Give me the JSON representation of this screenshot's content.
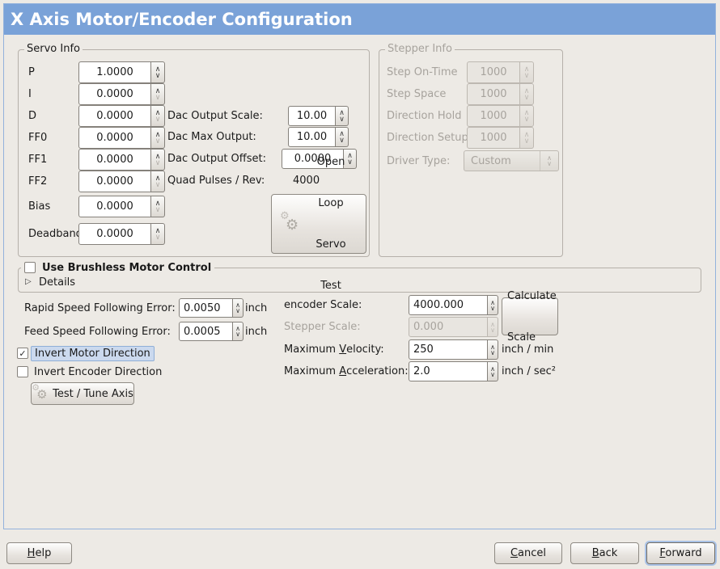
{
  "titlebar": {
    "title": "X Axis Motor/Encoder Configuration"
  },
  "glyphs": {
    "spinner_up": "∧",
    "spinner_down": "∨",
    "checkmark": "✓",
    "expander_arrow": "▷",
    "gear": "⚙"
  },
  "colors": {
    "titlebar_blue": "#7aa2d8",
    "window_bg": "#edeae5",
    "focus_blue": "#7ca2d7",
    "selection_highlight": "#cbd9ee"
  },
  "servo_info": {
    "legend": "Servo Info",
    "fields": [
      {
        "label": "P",
        "value": "1.0000"
      },
      {
        "label": "I",
        "value": "0.0000"
      },
      {
        "label": "D",
        "value": "0.0000"
      },
      {
        "label": "FF0",
        "value": "0.0000"
      },
      {
        "label": "FF1",
        "value": "0.0000"
      },
      {
        "label": "FF2",
        "value": "0.0000"
      },
      {
        "label": "Bias",
        "value": "0.0000"
      },
      {
        "label": "Deadband",
        "value": "0.0000"
      }
    ],
    "dac_fields": [
      {
        "label": "Dac Output Scale:",
        "value": "10.00"
      },
      {
        "label": "Dac Max Output:",
        "value": "10.00"
      },
      {
        "label": "Dac Output Offset:",
        "value": "0.0000"
      }
    ],
    "quad_pulses": {
      "label": "Quad Pulses / Rev:",
      "value": "4000"
    },
    "open_loop_button_lines": [
      "Open",
      "Loop",
      "Servo",
      "Test"
    ]
  },
  "stepper_info": {
    "legend": "Stepper Info",
    "fields": [
      {
        "label": "Step On-Time",
        "value": "1000"
      },
      {
        "label": "Step Space",
        "value": "1000"
      },
      {
        "label": "Direction Hold",
        "value": "1000"
      },
      {
        "label": "Direction Setup",
        "value": "1000"
      }
    ],
    "driver_type": {
      "label": "Driver Type:",
      "value": "Custom"
    }
  },
  "brushless": {
    "checkbox_label": "Use Brushless Motor Control",
    "checked": false,
    "details_label": "Details"
  },
  "following_errors": [
    {
      "label": "Rapid Speed Following Error:",
      "value": "0.0050",
      "unit": "inch"
    },
    {
      "label": "Feed Speed Following Error:",
      "value": "0.0005",
      "unit": "inch"
    }
  ],
  "scales": {
    "encoder": {
      "label": "encoder Scale:",
      "value": "4000.000"
    },
    "stepper": {
      "label": "Stepper Scale:",
      "value": "0.000"
    },
    "calculate_button_lines": [
      "Calculate",
      "Scale"
    ],
    "velocity": {
      "label_pre": "Maximum ",
      "label_key": "V",
      "label_post": "elocity:",
      "value": "250",
      "unit": "inch / min"
    },
    "acceleration": {
      "label_pre": "Maximum ",
      "label_key": "A",
      "label_post": "cceleration:",
      "value": "2.0",
      "unit": "inch / sec²"
    }
  },
  "direction": {
    "invert_motor": {
      "label": "Invert Motor Direction",
      "checked": true
    },
    "invert_encoder": {
      "label": "Invert Encoder Direction",
      "checked": false
    },
    "test_tune_button": "Test / Tune Axis"
  },
  "footer": {
    "help": {
      "key": "H",
      "rest": "elp"
    },
    "cancel": {
      "key": "C",
      "rest": "ancel"
    },
    "back": {
      "key": "B",
      "rest": "ack"
    },
    "forward": {
      "key": "F",
      "rest": "orward"
    }
  }
}
